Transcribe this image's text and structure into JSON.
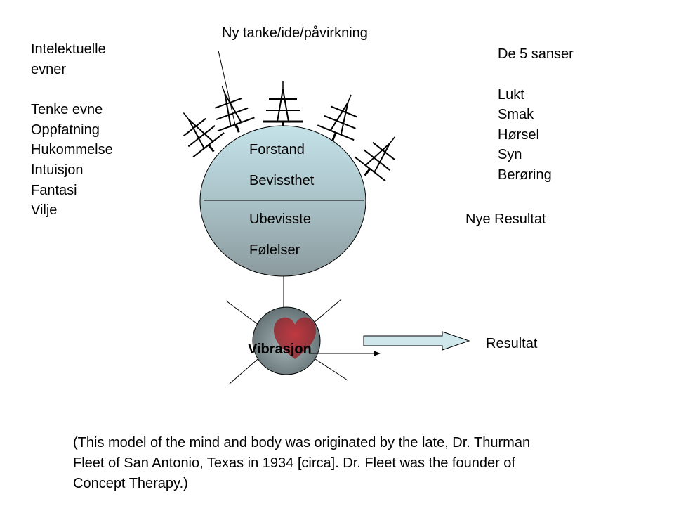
{
  "top_label": "Ny tanke/ide/påvirkning",
  "left_panel": {
    "heading": [
      "Intelektuelle",
      "evner"
    ],
    "items": [
      "Tenke evne",
      "Oppfatning",
      "Hukommelse",
      "Intuisjon",
      "Fantasi",
      "Vilje"
    ]
  },
  "right_panel": {
    "heading": "De 5 sanser",
    "items": [
      "Lukt",
      "Smak",
      "Hørsel",
      "Syn",
      "Berøring"
    ]
  },
  "mind": {
    "upper": [
      "Forstand",
      "Bevissthet"
    ],
    "lower": [
      "Ubevisste",
      "Følelser"
    ]
  },
  "new_result": "Nye Resultat",
  "body_label": "Vibrasjon",
  "result": "Resultat",
  "caption": [
    "(This model of the mind and body was originated by the late, Dr. Thurman",
    "Fleet of San Antonio, Texas in 1934 [circa]. Dr. Fleet was the founder of",
    "Concept Therapy.)"
  ],
  "colors": {
    "mind_top": "#c3dfe6",
    "mind_bottom": "#8e9ea1",
    "body_sphere": "#6f7f82",
    "heart": "#b0202a",
    "arrow_fill": "#cfe7ea"
  }
}
